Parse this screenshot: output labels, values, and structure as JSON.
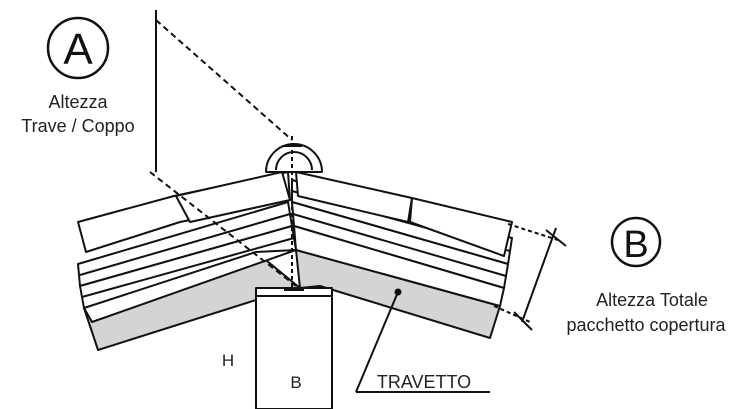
{
  "labels": {
    "marker_a": "A",
    "marker_a_caption_line1": "Altezza",
    "marker_a_caption_line2": "Trave / Coppo",
    "marker_b": "B",
    "marker_b_caption_line1": "Altezza Totale",
    "marker_b_caption_line2": "pacchetto copertura",
    "beam_h": "H",
    "beam_b": "B",
    "travetto": "TRAVETTO"
  },
  "colors": {
    "line": "#111111",
    "fill_shaded": "#d4d4d4",
    "fill_white": "#ffffff"
  }
}
